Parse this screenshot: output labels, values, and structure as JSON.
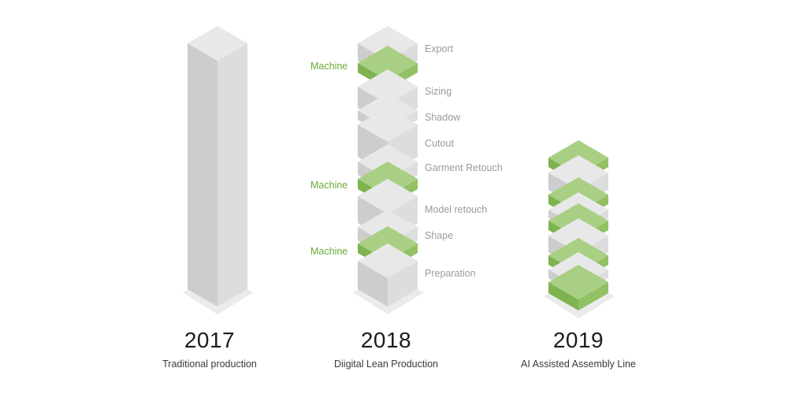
{
  "colors": {
    "grey_top": "#e8e8e8",
    "grey_left": "#cdcdcd",
    "grey_right": "#dddddd",
    "green_top": "#a9cf84",
    "green_left": "#7fb350",
    "green_right": "#92c164",
    "shadow": "#ebebeb",
    "machine_text": "#6aaa3a",
    "step_text": "#9a9a9a",
    "year_text": "#1c1c1c"
  },
  "columns": [
    {
      "year": "2017",
      "caption": "Traditional production"
    },
    {
      "year": "2018",
      "caption": "Diigital Lean Production"
    },
    {
      "year": "2019",
      "caption": "AI Assisted Assembly Line"
    }
  ],
  "steps_2018": [
    "Export",
    "Sizing",
    "Shadow",
    "Cutout",
    "Garment Retouch",
    "Model retouch",
    "Shape",
    "Preparation"
  ],
  "machine_labels_2018": [
    "Machine",
    "Machine",
    "Machine"
  ]
}
